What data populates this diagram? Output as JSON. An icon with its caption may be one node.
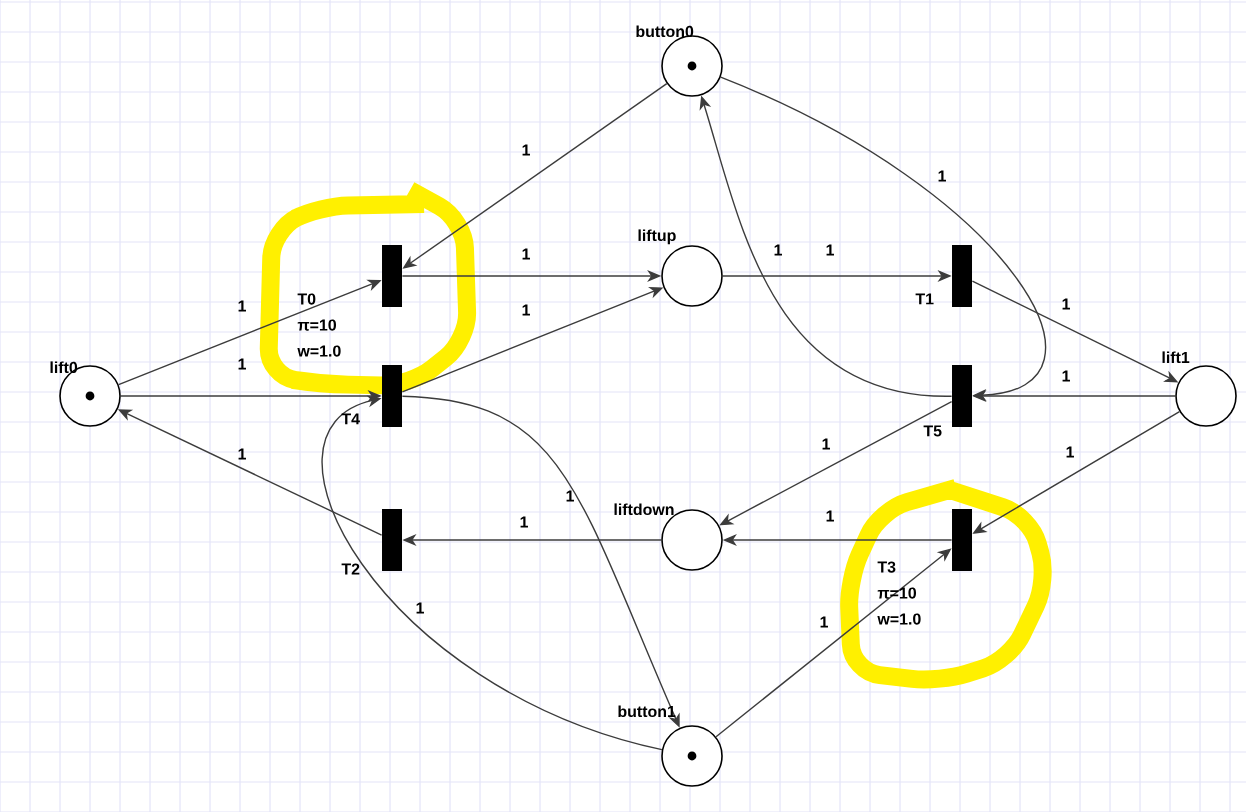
{
  "diagram": {
    "nodes": [
      {
        "text": [],
        "shape": "circle",
        "beside": [
          "lift0"
        ]
      },
      {
        "text": [],
        "shape": "circle",
        "beside": [
          "button0"
        ]
      },
      {
        "text": [],
        "shape": "circle",
        "beside": [
          "liftup"
        ]
      },
      {
        "text": [],
        "shape": "circle",
        "beside": [
          "liftdown"
        ]
      },
      {
        "text": [],
        "shape": "circle",
        "beside": [
          "button1"
        ]
      },
      {
        "text": [],
        "shape": "circle",
        "beside": [
          "lift1"
        ]
      },
      {
        "text": [],
        "shape": "bar",
        "beside": [
          "T0",
          "π=10",
          "w=1.0"
        ]
      },
      {
        "text": [],
        "shape": "bar",
        "beside": [
          "T4"
        ]
      },
      {
        "text": [],
        "shape": "bar",
        "beside": [
          "T2"
        ]
      },
      {
        "text": [],
        "shape": "bar",
        "beside": [
          "T1"
        ]
      },
      {
        "text": [],
        "shape": "bar",
        "beside": [
          "T5"
        ]
      },
      {
        "text": [],
        "shape": "bar",
        "beside": [
          "T3",
          "π=10",
          "w=1.0"
        ]
      }
    ],
    "edges": [
      {
        "from": 0,
        "to": 6,
        "arrow": "to",
        "label": "1"
      },
      {
        "from": 0,
        "to": 7,
        "arrow": "to",
        "label": "1"
      },
      {
        "from": 1,
        "to": 6,
        "arrow": "to",
        "label": "1"
      },
      {
        "from": 6,
        "to": 2,
        "arrow": "to",
        "label": "1"
      },
      {
        "from": 7,
        "to": 2,
        "arrow": "to",
        "label": "1"
      },
      {
        "from": 7,
        "to": 4,
        "arrow": "to",
        "label": "1"
      },
      {
        "from": 8,
        "to": 0,
        "arrow": "to",
        "label": "1"
      },
      {
        "from": 3,
        "to": 8,
        "arrow": "to",
        "label": "1"
      },
      {
        "from": 4,
        "to": 7,
        "arrow": "to",
        "label": "1"
      },
      {
        "from": 2,
        "to": 9,
        "arrow": "to",
        "label": "1"
      },
      {
        "from": 9,
        "to": 5,
        "arrow": "to",
        "label": "1"
      },
      {
        "from": 1,
        "to": 10,
        "arrow": "to",
        "label": "1"
      },
      {
        "from": 10,
        "to": 1,
        "arrow": "to",
        "label": "1"
      },
      {
        "from": 5,
        "to": 10,
        "arrow": "to",
        "label": "1"
      },
      {
        "from": 10,
        "to": 3,
        "arrow": "to",
        "label": "1"
      },
      {
        "from": 5,
        "to": 11,
        "arrow": "to",
        "label": "1"
      },
      {
        "from": 11,
        "to": 3,
        "arrow": "to",
        "label": "1"
      },
      {
        "from": 4,
        "to": 11,
        "arrow": "to",
        "label": "1"
      }
    ]
  }
}
